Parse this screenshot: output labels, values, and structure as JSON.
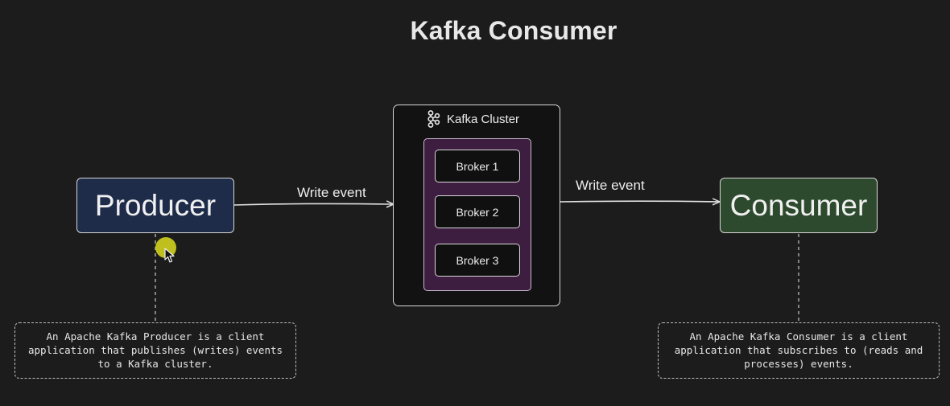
{
  "diagram": {
    "title": "Kafka Consumer",
    "producer": {
      "label": "Producer",
      "color": "#1e2c4a"
    },
    "consumer": {
      "label": "Consumer",
      "color": "#2e4a2e"
    },
    "cluster": {
      "label": "Kafka Cluster",
      "icon": "kafka-icon",
      "brokers_color": "#3e1e40",
      "brokers": [
        "Broker 1",
        "Broker 2",
        "Broker 3"
      ]
    },
    "edges": {
      "producer_to_cluster": "Write event",
      "cluster_to_consumer": "Write event"
    },
    "notes": {
      "producer": [
        "An Apache Kafka Producer is a client",
        "application that publishes (writes) events",
        "to a Kafka cluster."
      ],
      "consumer": [
        "An Apache Kafka Consumer is a client",
        "application that subscribes to (reads and",
        "processes) events."
      ]
    }
  }
}
